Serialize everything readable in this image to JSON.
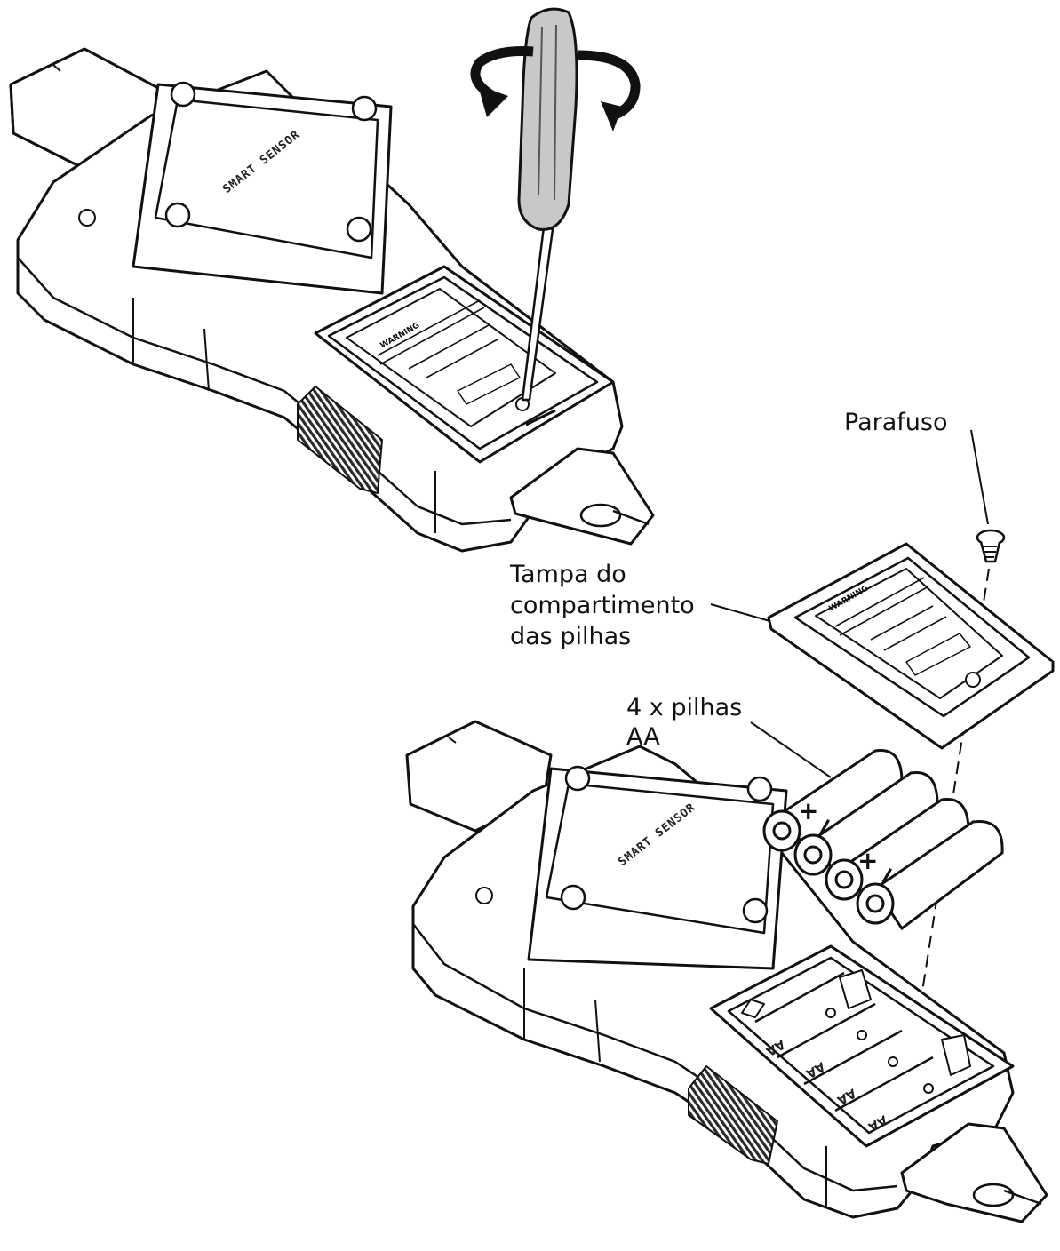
{
  "labels": {
    "screw": "Parafuso",
    "cover_line1": "Tampa do",
    "cover_line2": "compartimento",
    "cover_line3": "das pilhas",
    "batteries_line1": "4 x pilhas",
    "batteries_line2": "AA"
  },
  "device": {
    "sensor_label": "SMART SENSOR",
    "warning_label": "WARNING"
  },
  "battery_marks": {
    "plus": "+",
    "minus": "−",
    "aa": "AA"
  },
  "colors": {
    "line": "#111111",
    "screwdriver_handle": "#c8c8c8",
    "grip_dark": "#2a2a2a",
    "background": "#ffffff"
  }
}
